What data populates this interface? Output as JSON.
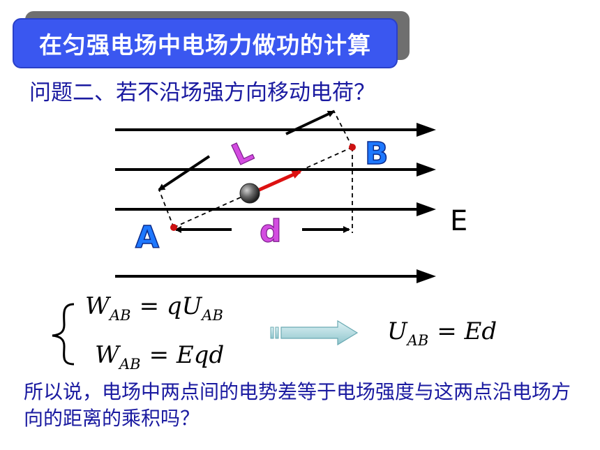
{
  "title": "在匀强电场中电场力做功的计算",
  "question": "问题二、若不沿场强方向移动电荷？",
  "labels": {
    "A": "A",
    "B": "B",
    "L": "L",
    "d": "d",
    "E": "E"
  },
  "equations": {
    "eq1": {
      "lhs": "W",
      "lhs_sub": "AB",
      "rhs": "= qU",
      "rhs_sub": "AB"
    },
    "eq2": {
      "lhs": "W",
      "lhs_sub": "AB",
      "rhs": "= Eqd"
    },
    "result": {
      "lhs": "U",
      "lhs_sub": "AB",
      "rhs": "= Ed"
    }
  },
  "conclusion": "所以说，电场中两点间的电势差等于电场强度与这两点沿电场方向的距离的乘积吗？",
  "colors": {
    "title_bg": "#3a57f0",
    "text_blue": "#1a1aa0",
    "force_arrow": "#dd1111",
    "letter_blue": "#1e78ff",
    "letter_purple": "#d34ce0"
  }
}
